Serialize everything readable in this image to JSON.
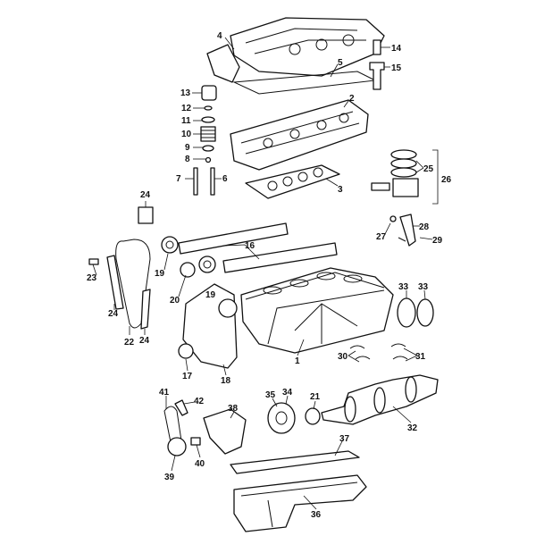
{
  "diagram": {
    "title": "Engine assembly exploded view",
    "callouts": [
      "1",
      "2",
      "3",
      "4",
      "5",
      "6",
      "7",
      "8",
      "9",
      "10",
      "11",
      "12",
      "13",
      "14",
      "15",
      "16",
      "17",
      "18",
      "19",
      "19",
      "20",
      "21",
      "22",
      "23",
      "24",
      "24",
      "24",
      "25",
      "26",
      "27",
      "28",
      "29",
      "30",
      "31",
      "32",
      "33",
      "33",
      "34",
      "35",
      "36",
      "37",
      "38",
      "39",
      "40",
      "41",
      "42"
    ]
  }
}
